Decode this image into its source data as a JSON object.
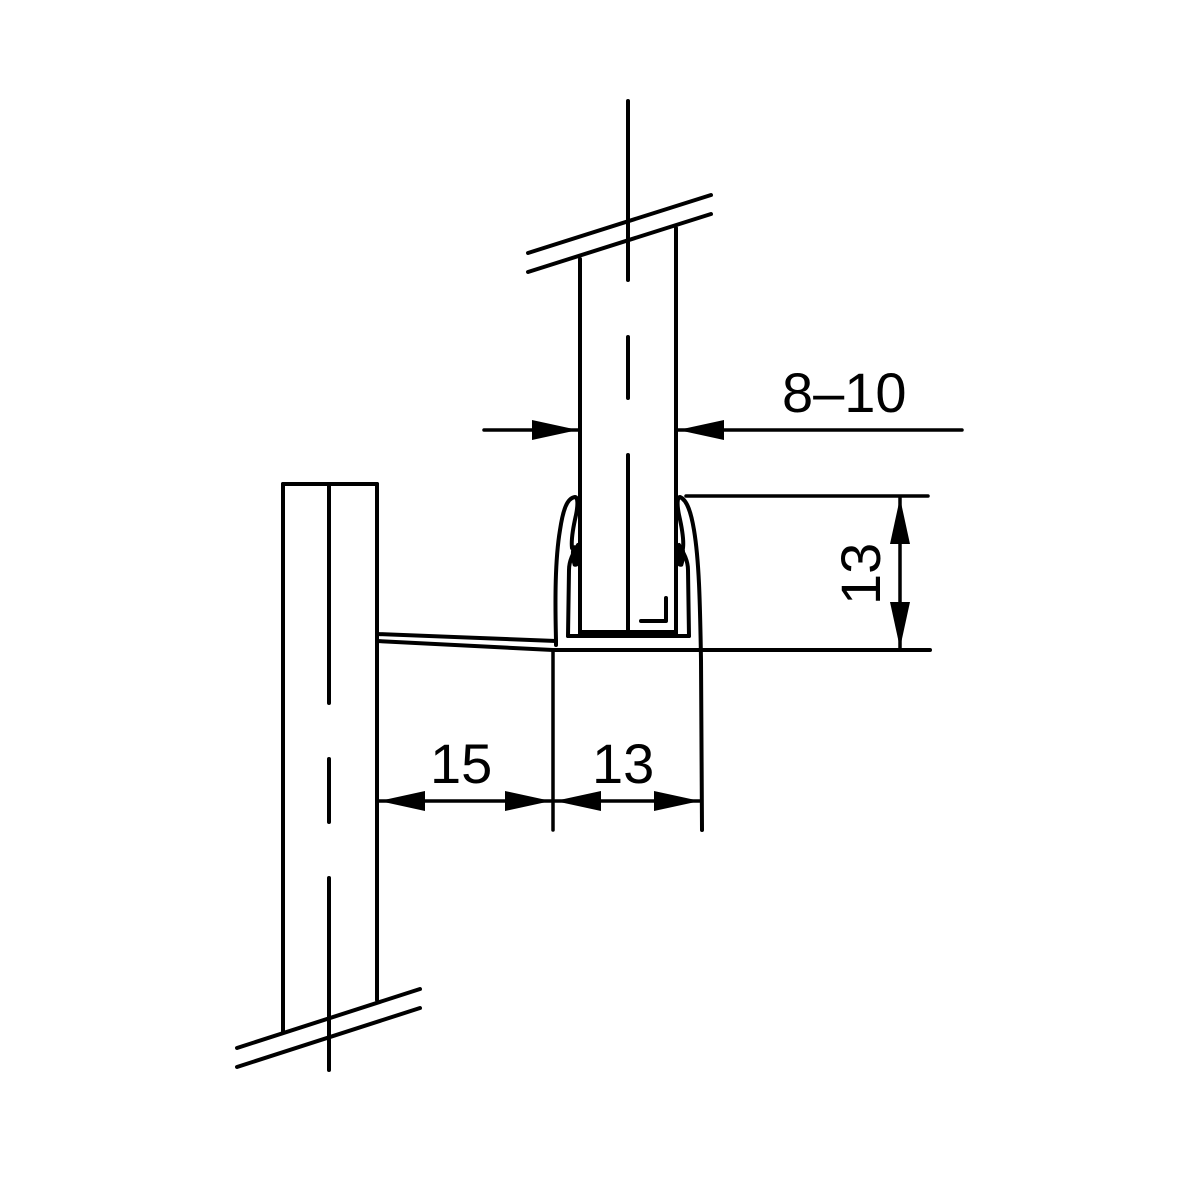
{
  "drawing": {
    "title": "Glass-to-wall U-channel seal profile cross-section",
    "background": "#ffffff",
    "line_color": "#000000"
  },
  "dimensions": {
    "glass_thickness": {
      "label": "8–10",
      "orientation": "horizontal"
    },
    "profile_height": {
      "label": "13",
      "orientation": "vertical"
    },
    "fin_gap": {
      "label": "15",
      "orientation": "horizontal"
    },
    "profile_width": {
      "label": "13",
      "orientation": "horizontal"
    }
  },
  "elements": [
    {
      "id": "upper-glass-panel",
      "description": "Glass panel 8–10 mm inserted into U-profile"
    },
    {
      "id": "left-wall-panel",
      "description": "Fixed panel / wall cut section"
    },
    {
      "id": "u-profile-seal",
      "description": "U-channel seal with flexible lips and fin"
    },
    {
      "id": "fin",
      "description": "Sealing fin extending to wall panel"
    }
  ]
}
